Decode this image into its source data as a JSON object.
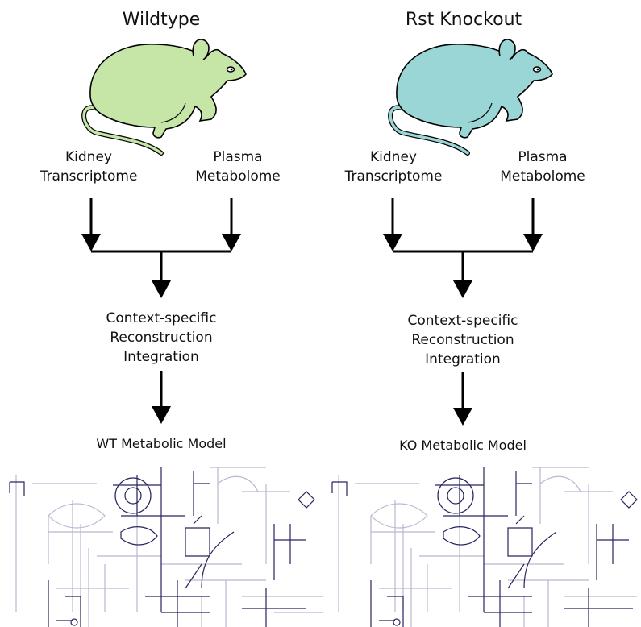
{
  "panels": [
    {
      "title": "Wildtype",
      "mouse_color": "#c5e6a6",
      "source_left": [
        "Kidney",
        "Transcriptome"
      ],
      "source_right": [
        "Plasma",
        "Metabolome"
      ],
      "process": [
        "Context-specific",
        "Reconstruction",
        "Integration"
      ],
      "model": "WT Metabolic Model"
    },
    {
      "title": "Rst Knockout",
      "mouse_color": "#9ad6d6",
      "source_left": [
        "Kidney",
        "Transcriptome"
      ],
      "source_right": [
        "Plasma",
        "Metabolome"
      ],
      "process": [
        "Context-specific",
        "Reconstruction",
        "Integration"
      ],
      "model": "KO Metabolic Model"
    }
  ],
  "colors": {
    "arrow": "#000000",
    "network_dark": "#27255f",
    "network_light": "#b9b8d2"
  }
}
